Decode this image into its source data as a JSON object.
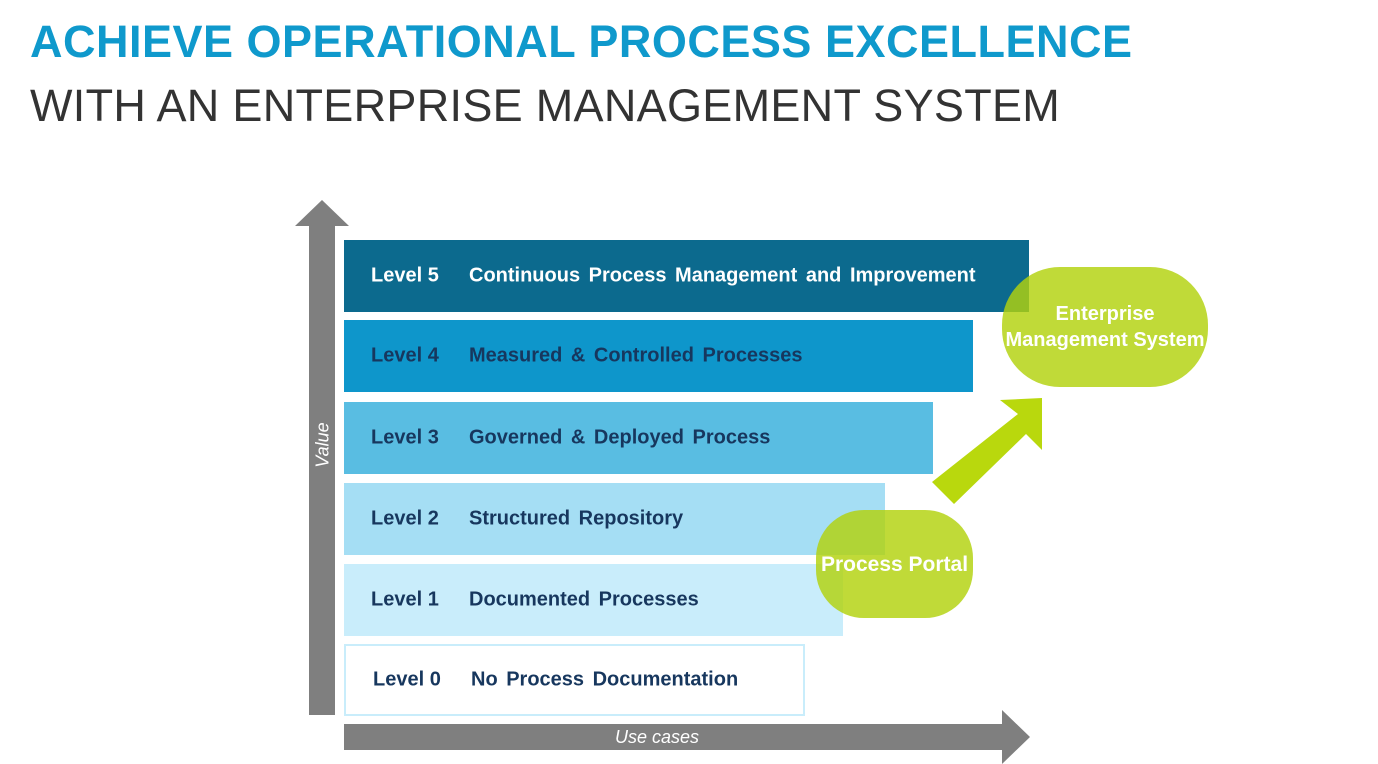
{
  "title": {
    "line1": "ACHIEVE OPERATIONAL PROCESS EXCELLENCE",
    "line2": "WITH AN ENTERPRISE MANAGEMENT SYSTEM"
  },
  "axes": {
    "y_label": "Value",
    "x_label": "Use cases"
  },
  "levels": [
    {
      "number": "Level 5",
      "name": "Continuous Process Management and Improvement",
      "color": "#0c6a8e"
    },
    {
      "number": "Level 4",
      "name": "Measured & Controlled Processes",
      "color": "#0e96cb"
    },
    {
      "number": "Level 3",
      "name": "Governed & Deployed Process",
      "color": "#59bde2"
    },
    {
      "number": "Level 2",
      "name": "Structured Repository",
      "color": "#a5def4"
    },
    {
      "number": "Level 1",
      "name": "Documented Processes",
      "color": "#c9edfb"
    },
    {
      "number": "Level 0",
      "name": "No Process Documentation",
      "color": "#ffffff"
    }
  ],
  "bubbles": {
    "process_portal": "Process Portal",
    "ems": "Enterprise Management System"
  },
  "colors": {
    "title_accent": "#0f99cc",
    "title_dark": "#333333",
    "axis": "#7f7f7f",
    "bubble": "#b2d20c",
    "arrow": "#b9d80d",
    "label_text": "#17375e"
  }
}
